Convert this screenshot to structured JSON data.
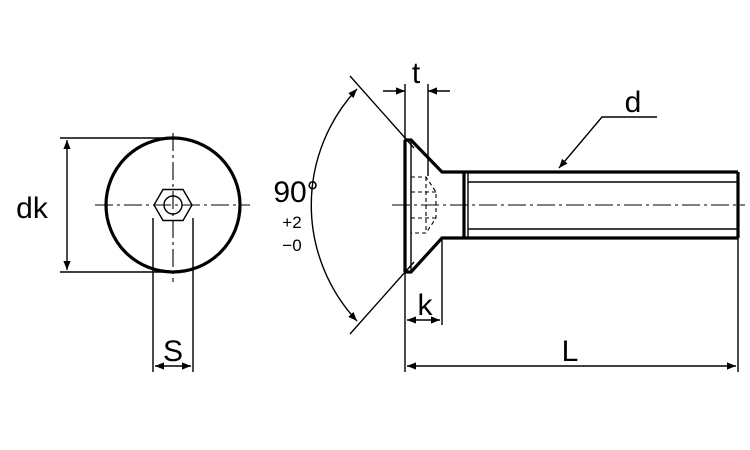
{
  "labels": {
    "dk": "dk",
    "s": "S",
    "t": "t",
    "d": "d",
    "k": "k",
    "L": "L",
    "angle": "90°",
    "tol_plus": "+2",
    "tol_minus": "−0"
  }
}
